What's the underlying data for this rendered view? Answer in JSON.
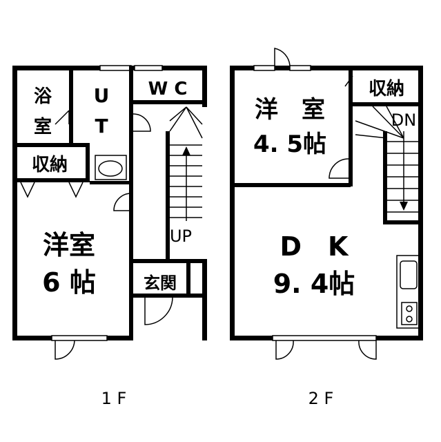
{
  "floor1": {
    "label": "1 F",
    "rooms": {
      "bath": [
        "浴",
        "室"
      ],
      "ut": [
        "U",
        "T"
      ],
      "wc": "W C",
      "storage": "収納",
      "western": [
        "洋室",
        "6 帖"
      ],
      "entrance": "玄関",
      "stairs": "UP"
    }
  },
  "floor2": {
    "label": "2 F",
    "rooms": {
      "western": [
        "洋　室",
        "4. 5帖"
      ],
      "storage": "収納",
      "dk": [
        "D　K",
        "9. 4帖"
      ],
      "stairs": "DN"
    }
  }
}
